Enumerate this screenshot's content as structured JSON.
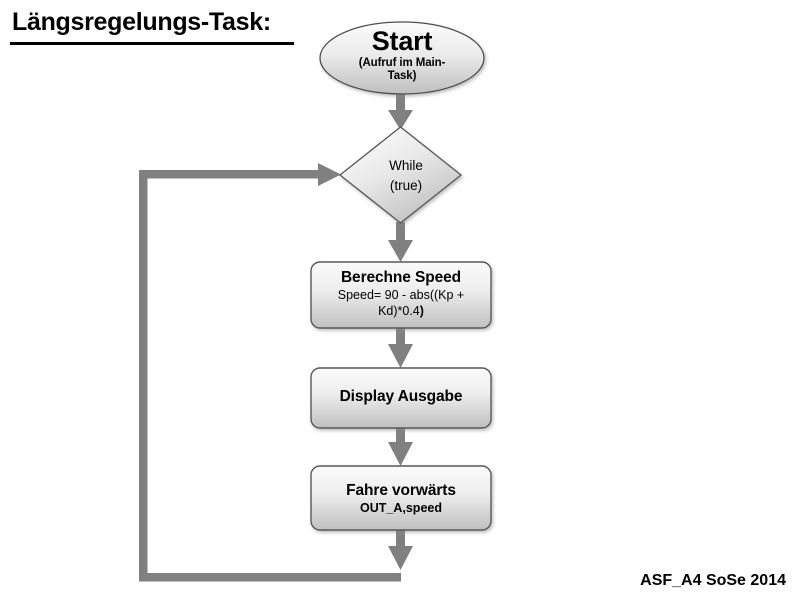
{
  "slide": {
    "title": "Längsregelungs-Task:",
    "footer": "ASF_A4 SoSe 2014",
    "background_color": "#ffffff",
    "text_color": "#000000",
    "connector_color": "#808080",
    "shape_border_color": "#595959",
    "shape_fill_top": "#f2f2f2",
    "shape_fill_bottom": "#c2c2c2"
  },
  "diagram": {
    "type": "flowchart",
    "nodes": [
      {
        "id": "start",
        "shape": "ellipse",
        "label": "Start",
        "sublabel_line1": "(Aufruf im Main-",
        "sublabel_line2": "Task)"
      },
      {
        "id": "while",
        "shape": "diamond",
        "label_line1": "While",
        "label_line2": "(true)"
      },
      {
        "id": "berechne-speed",
        "shape": "rounded-rect",
        "label": "Berechne Speed",
        "sublabel_line1": "Speed= 90 - abs((Kp +",
        "sublabel_line2_main": "Kd)*0.4",
        "sublabel_line2_tail": ")"
      },
      {
        "id": "display-ausgabe",
        "shape": "rounded-rect",
        "label": "Display  Ausgabe"
      },
      {
        "id": "fahre-vorwaerts",
        "shape": "rounded-rect",
        "label": "Fahre vorwärts",
        "sublabel": "OUT_A,speed"
      }
    ],
    "edges": [
      {
        "id": "start-to-while",
        "from": "start",
        "to": "while",
        "direction": "down"
      },
      {
        "id": "while-to-berechne",
        "from": "while",
        "to": "berechne-speed",
        "direction": "down"
      },
      {
        "id": "berechne-to-display",
        "from": "berechne-speed",
        "to": "display-ausgabe",
        "direction": "down"
      },
      {
        "id": "display-to-fahre",
        "from": "display-ausgabe",
        "to": "fahre-vorwaerts",
        "direction": "down"
      },
      {
        "id": "fahre-to-loop",
        "from": "fahre-vorwaerts",
        "to": "loop-return",
        "direction": "down"
      },
      {
        "id": "loop-return-to-while",
        "from": "loop-return",
        "to": "while",
        "direction": "right"
      }
    ]
  }
}
